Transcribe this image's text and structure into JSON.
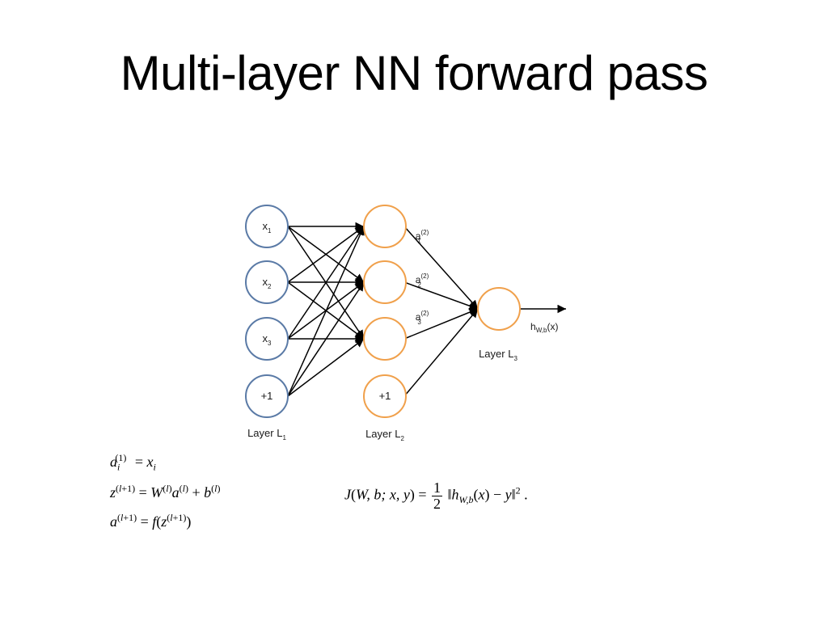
{
  "slide": {
    "title": "Multi-layer NN forward pass"
  },
  "colors": {
    "input_node": "#5a7aa6",
    "hidden_node": "#f0a04b",
    "edge": "#000000"
  },
  "network": {
    "input_layer": {
      "label": "Layer L",
      "label_sub": "1",
      "nodes": [
        {
          "main": "x",
          "sub": "1"
        },
        {
          "main": "x",
          "sub": "2"
        },
        {
          "main": "x",
          "sub": "3"
        },
        {
          "main": "+1",
          "sub": ""
        }
      ]
    },
    "hidden_layer": {
      "label": "Layer L",
      "label_sub": "2",
      "nodes": [
        {
          "main": "",
          "sub": ""
        },
        {
          "main": "",
          "sub": ""
        },
        {
          "main": "",
          "sub": ""
        },
        {
          "main": "+1",
          "sub": ""
        }
      ],
      "activation_labels": [
        {
          "main": "a",
          "sup": "(2)",
          "sub": "1"
        },
        {
          "main": "a",
          "sup": "(2)",
          "sub": "2"
        },
        {
          "main": "a",
          "sup": "(2)",
          "sub": "3"
        }
      ]
    },
    "output_layer": {
      "label": "Layer L",
      "label_sub": "3",
      "output": {
        "main": "h",
        "sub": "W,b",
        "suffix": "(x)"
      }
    }
  },
  "equations": {
    "eq1": "a_i^(1) = x_i",
    "eq2": "z^(l+1) = W^(l) a^(l) + b^(l)",
    "eq3": "a^(l+1) = f(z^(l+1))",
    "cost": "J(W,b;x,y) = 1/2 ‖h_W,b(x) − y‖^2 ."
  }
}
